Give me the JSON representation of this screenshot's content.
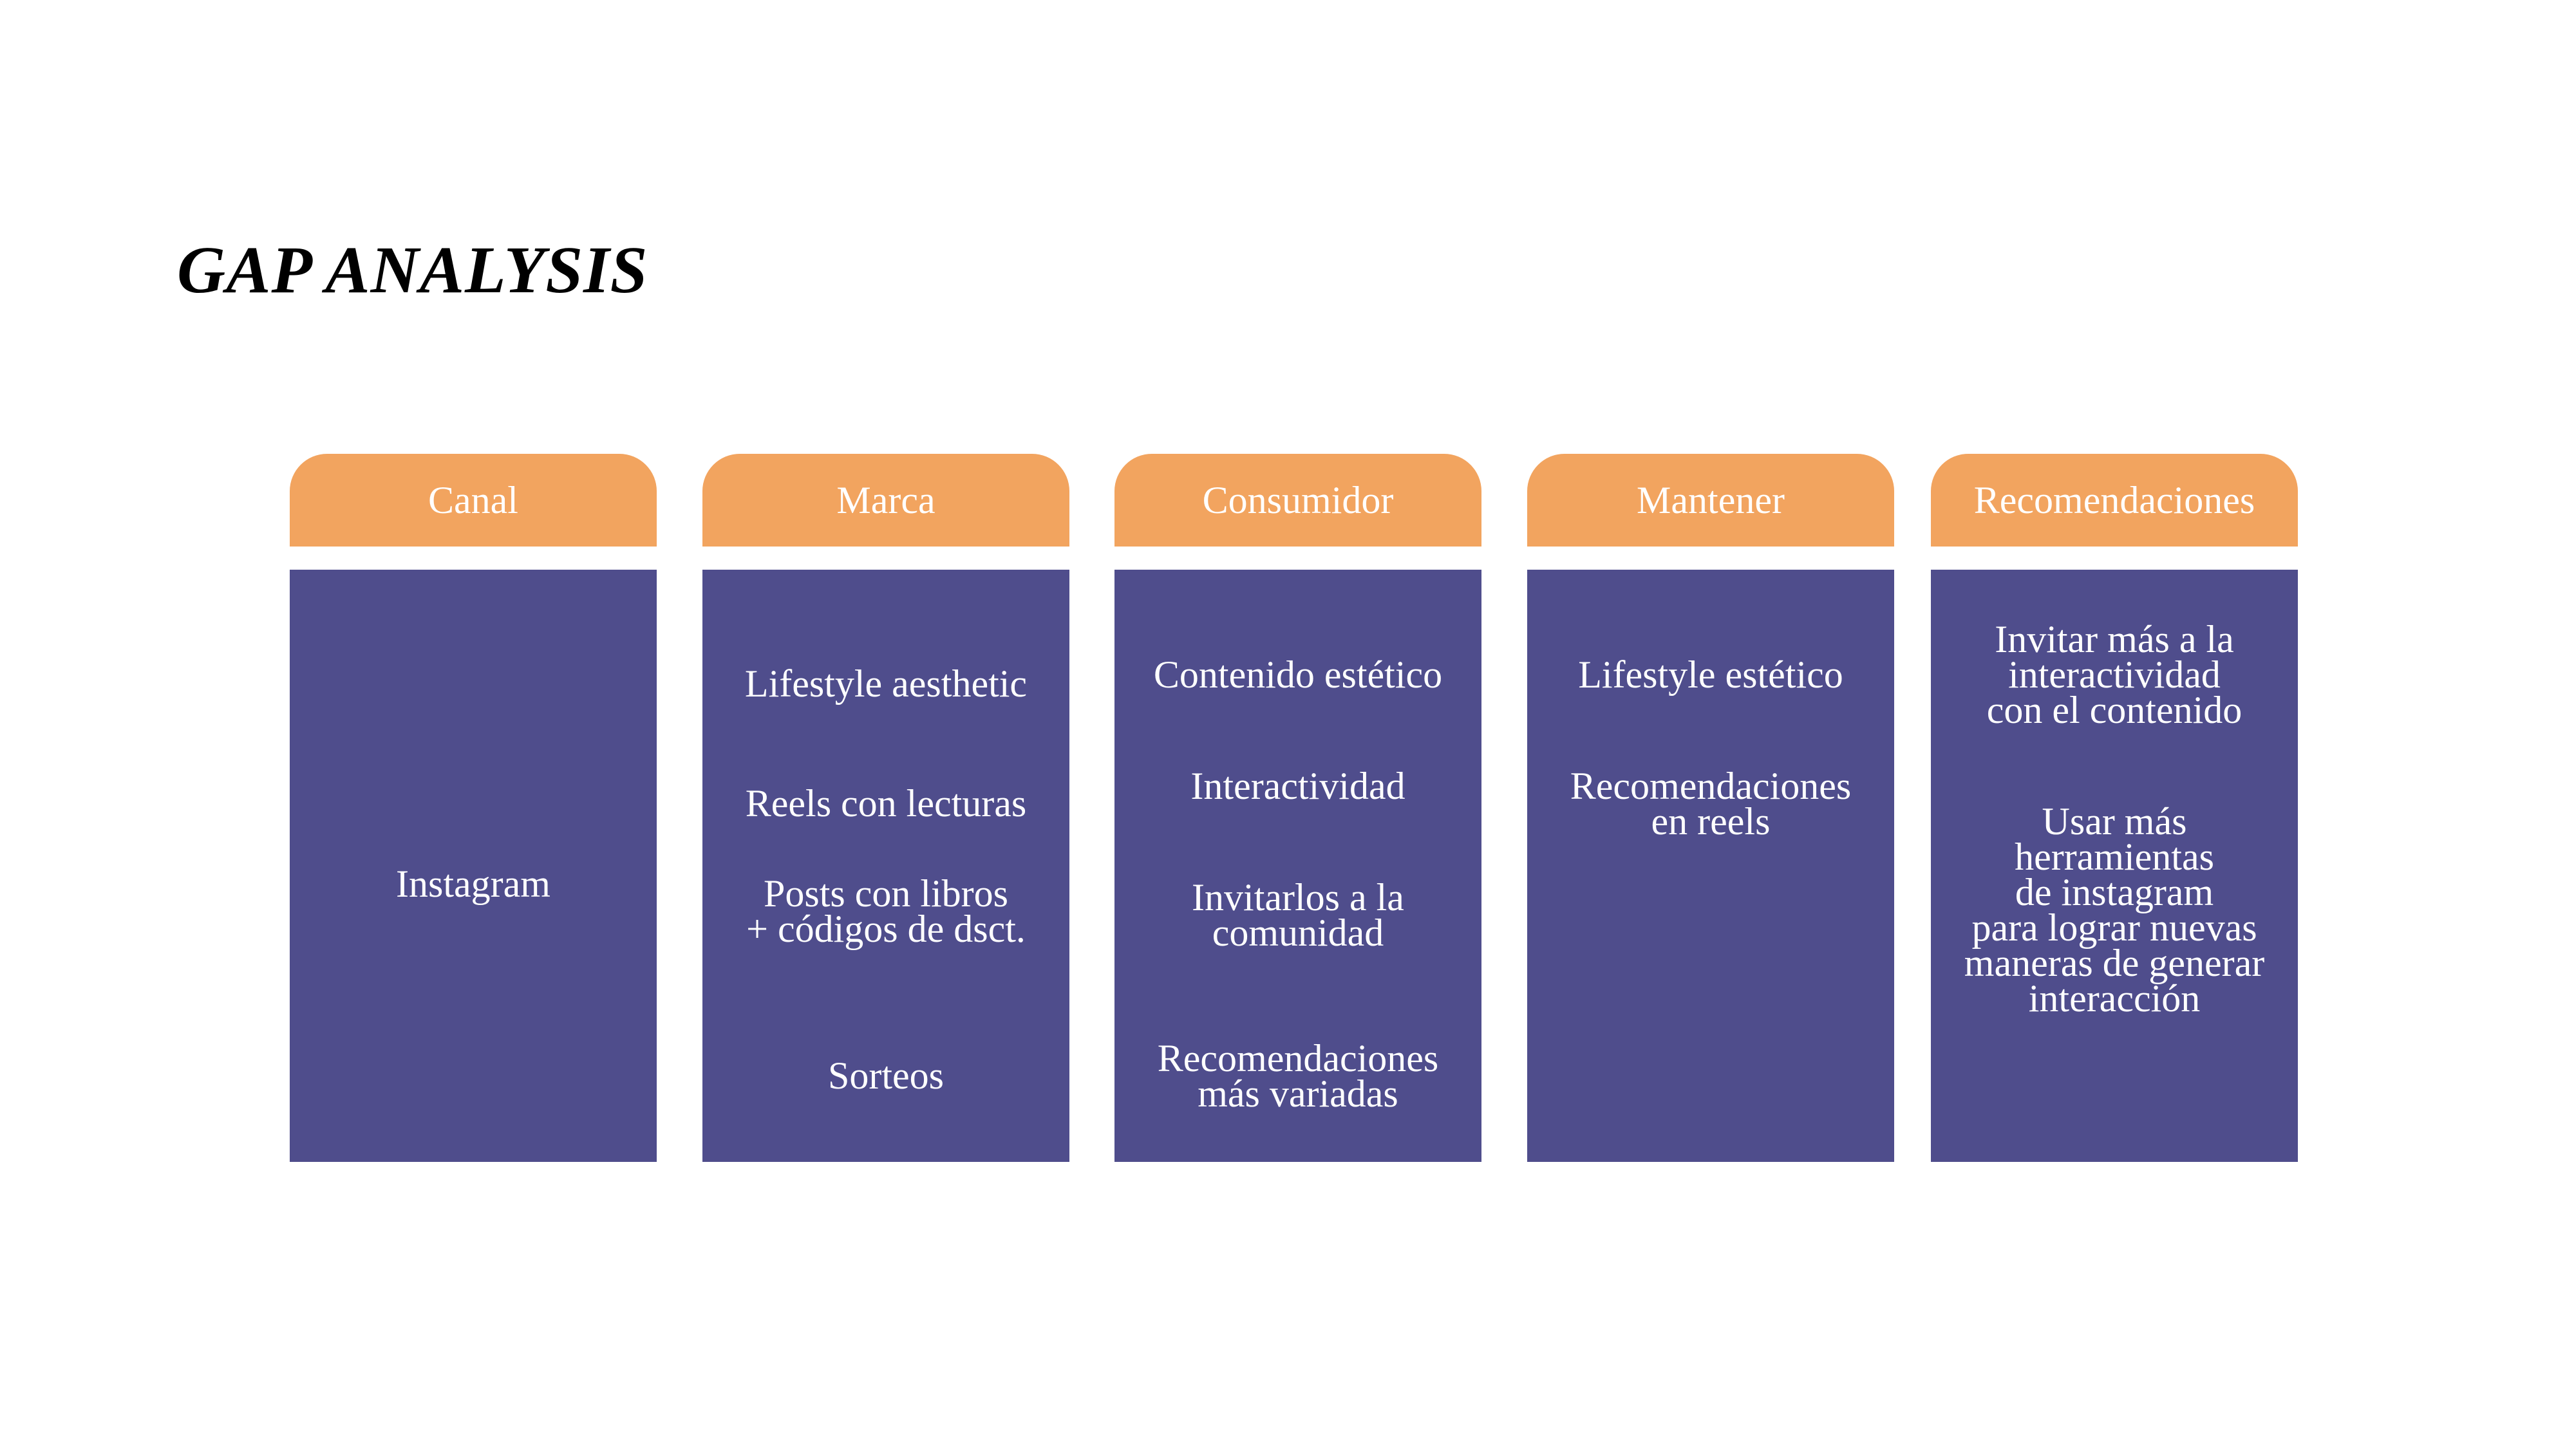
{
  "title": "GAP ANALYSIS",
  "colors": {
    "header": "#f2a45f",
    "body": "#4f4d8c",
    "text": "#ffffff"
  },
  "columns": [
    {
      "header": "Canal",
      "items": [
        "Instagram"
      ]
    },
    {
      "header": "Marca",
      "items": [
        "Lifestyle aesthetic",
        "Reels con lecturas",
        "Posts con libros\n+ códigos de dsct.",
        "Sorteos"
      ]
    },
    {
      "header": "Consumidor",
      "items": [
        "Contenido estético",
        "Interactividad",
        "Invitarlos a la\ncomunidad",
        "Recomendaciones\nmás variadas"
      ]
    },
    {
      "header": "Mantener",
      "items": [
        "Lifestyle estético",
        "Recomendaciones\nen reels"
      ]
    },
    {
      "header": "Recomendaciones",
      "items": [
        "Invitar más a la\ninteractividad\ncon el contenido",
        "Usar más\nherramientas\nde instagram\npara lograr nuevas\nmaneras de generar\ninteracción"
      ]
    }
  ]
}
